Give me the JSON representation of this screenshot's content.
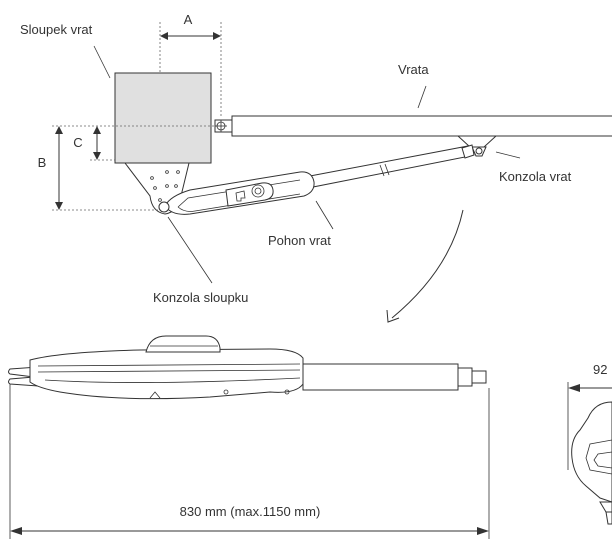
{
  "labels": {
    "post": "Sloupek vrat",
    "gate": "Vrata",
    "gate_bracket": "Konzola vrat",
    "operator": "Pohon vrat",
    "post_bracket": "Konzola sloupku",
    "dim_a": "A",
    "dim_b": "B",
    "dim_c": "C",
    "length": "830 mm (max.1150 mm)",
    "side_width": "92"
  },
  "colors": {
    "line": "#333333",
    "post_fill": "#e0e0e0",
    "background": "#ffffff"
  }
}
